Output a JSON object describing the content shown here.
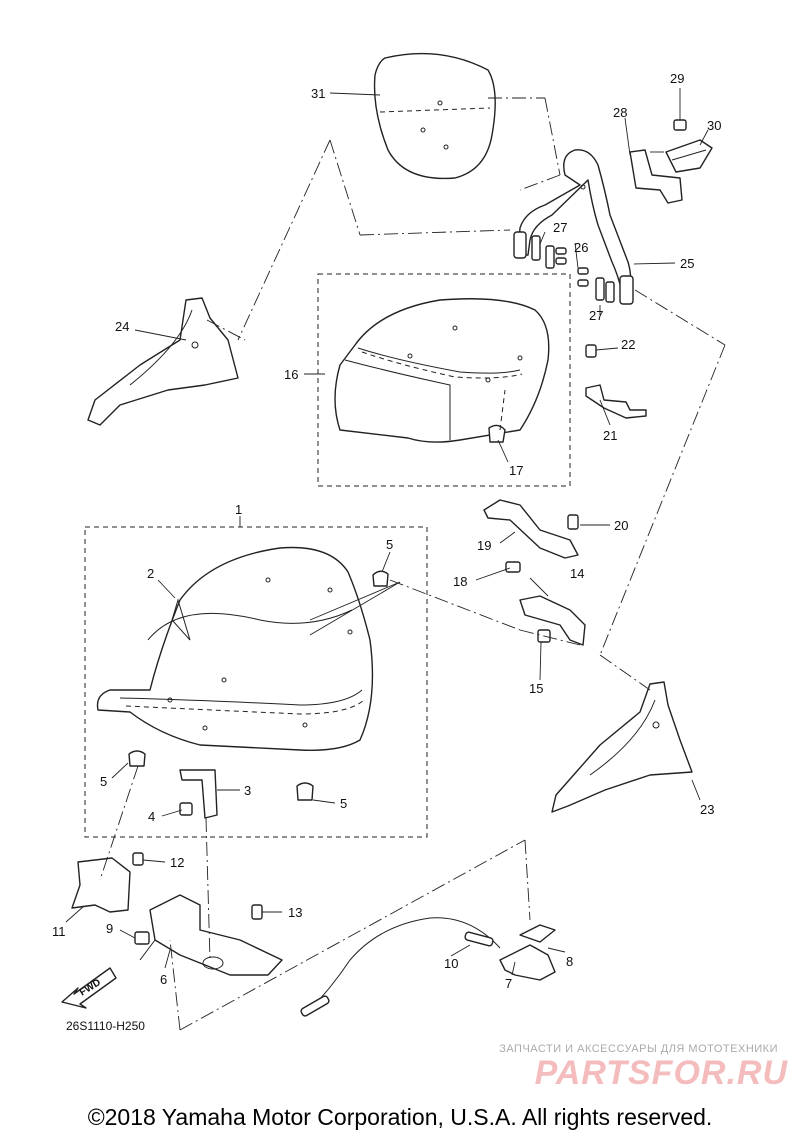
{
  "callouts": {
    "c1": "1",
    "c2": "2",
    "c3": "3",
    "c4": "4",
    "c5a": "5",
    "c5b": "5",
    "c5c": "5",
    "c6": "6",
    "c7": "7",
    "c8": "8",
    "c9": "9",
    "c10": "10",
    "c11": "11",
    "c12": "12",
    "c13": "13",
    "c14": "14",
    "c15": "15",
    "c16": "16",
    "c17": "17",
    "c18": "18",
    "c19": "19",
    "c20": "20",
    "c21": "21",
    "c22": "22",
    "c23": "23",
    "c24": "24",
    "c25": "25",
    "c26": "26",
    "c27a": "27",
    "c27b": "27",
    "c28": "28",
    "c29": "29",
    "c30": "30",
    "c31": "31"
  },
  "fwd_label": "FWD",
  "diagram_code": "26S1110-H250",
  "watermark": {
    "tagline": "ЗАПЧАСТИ И АКСЕССУАРЫ ДЛЯ МОТОТЕХНИКИ",
    "logo": "PARTSFOR.RU"
  },
  "copyright": "©2018 Yamaha Motor Corporation, U.S.A. All rights reserved."
}
